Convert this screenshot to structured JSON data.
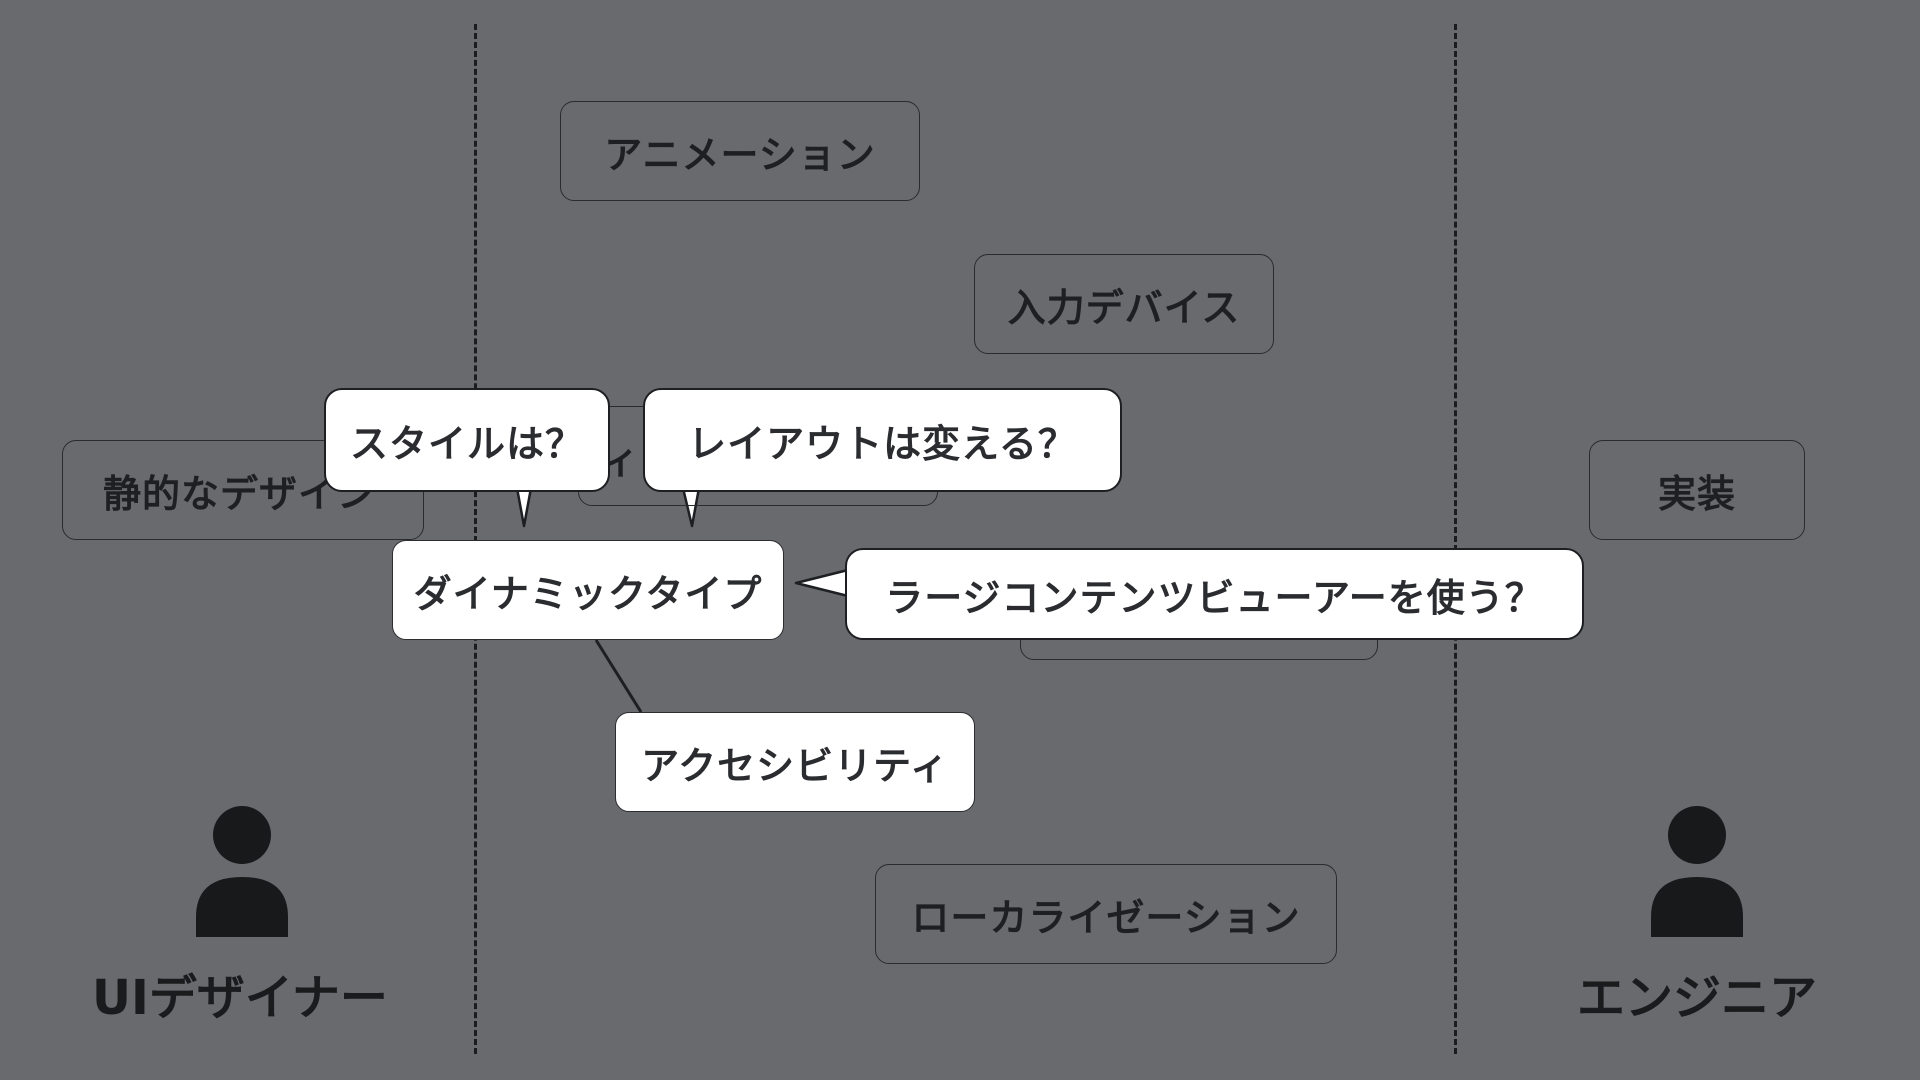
{
  "colors": {
    "background": "#696a6d",
    "ink": "#1e1f22",
    "card": "#ffffff"
  },
  "actors": {
    "designer": {
      "label": "UIデザイナー",
      "icon": "person-icon"
    },
    "engineer": {
      "label": "エンジニア",
      "icon": "person-icon"
    }
  },
  "boxes": {
    "animation": "アニメーション",
    "input_device": "入力デバイス",
    "static_design": "静的なデザイン",
    "partial_hidden": "ィ",
    "implementation": "実装",
    "dynamic_type": "ダイナミックタイプ",
    "accessibility": "アクセシビリティ",
    "localization": "ローカライゼーション"
  },
  "bubbles": {
    "style": "スタイルは？",
    "layout": "レイアウトは変える？",
    "large_content_viewer": "ラージコンテンツビューアーを使う？"
  }
}
